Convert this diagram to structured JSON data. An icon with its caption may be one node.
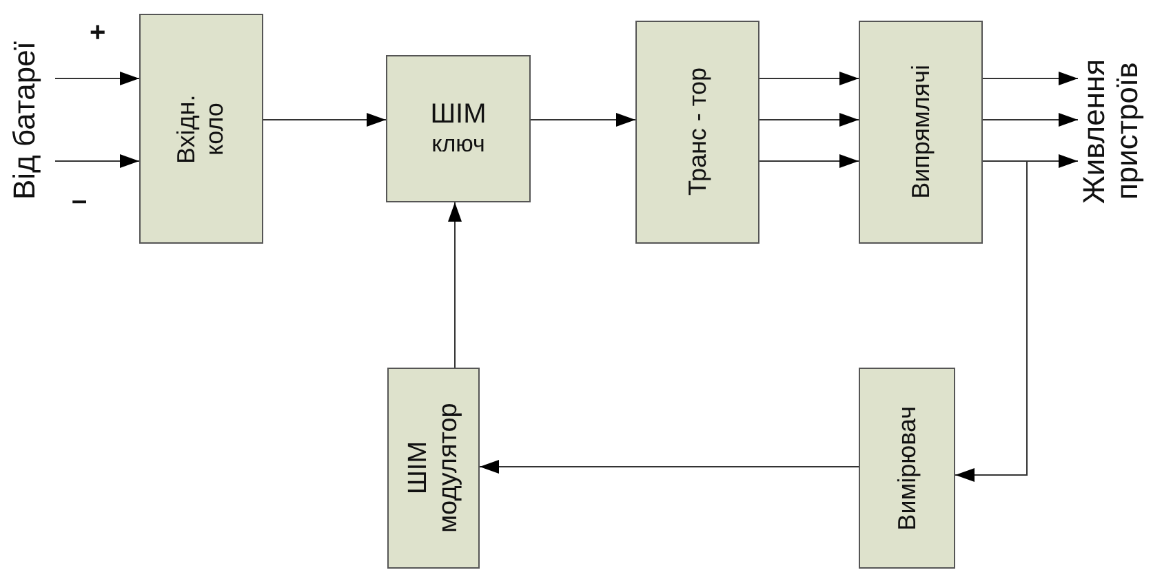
{
  "diagram": {
    "nodes": [
      {
        "text": [
          "Від батареї"
        ]
      },
      {
        "text": [
          "Вхідн. коло"
        ]
      },
      {
        "text": [
          "ШІМ",
          "ключ"
        ]
      },
      {
        "text": [
          "Транс - тор"
        ]
      },
      {
        "text": [
          "Випрямлячі"
        ]
      },
      {
        "text": [
          "Живлення пристроїв"
        ]
      },
      {
        "text": [
          "Вимірювач"
        ]
      },
      {
        "text": [
          "ШІМ модулятор"
        ]
      }
    ],
    "edges": [
      {
        "from": 0,
        "to": 1,
        "arrow": "to"
      },
      {
        "from": 0,
        "to": 1,
        "arrow": "to"
      },
      {
        "from": 1,
        "to": 2,
        "arrow": "to"
      },
      {
        "from": 2,
        "to": 3,
        "arrow": "to"
      },
      {
        "from": 3,
        "to": 4,
        "arrow": "to"
      },
      {
        "from": 3,
        "to": 4,
        "arrow": "to"
      },
      {
        "from": 3,
        "to": 4,
        "arrow": "to"
      },
      {
        "from": 4,
        "to": 5,
        "arrow": "to"
      },
      {
        "from": 4,
        "to": 5,
        "arrow": "to"
      },
      {
        "from": 4,
        "to": 5,
        "arrow": "to"
      },
      {
        "from": 4,
        "to": 6,
        "arrow": "to"
      },
      {
        "from": 6,
        "to": 7,
        "arrow": "to"
      },
      {
        "from": 7,
        "to": 2,
        "arrow": "to"
      }
    ],
    "labels": [
      "+",
      "–"
    ]
  }
}
